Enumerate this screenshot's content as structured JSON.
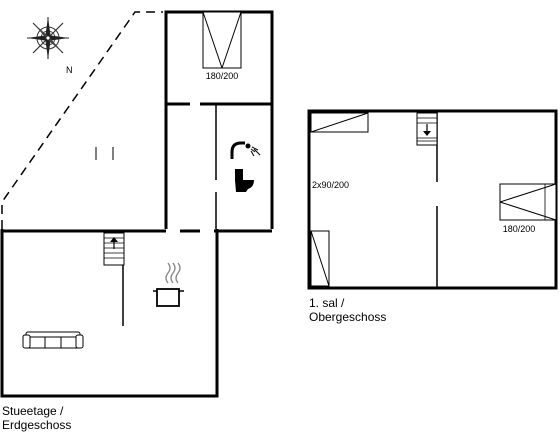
{
  "compass": {
    "north_label": "N",
    "icon": "compass-rose-icon"
  },
  "ground_floor": {
    "bed_label": "180/200",
    "caption_line1": "Stueetage /",
    "caption_line2": "Erdgeschoss",
    "icons": [
      "shower-icon",
      "toilet-icon",
      "cooking-pot-icon",
      "sofa-icon",
      "stairs-up-icon"
    ]
  },
  "first_floor": {
    "bed_label_left": "2x90/200",
    "bed_label_right": "180/200",
    "caption_line1": "1. sal /",
    "caption_line2": "Obergeschoss",
    "icons": [
      "stairs-down-icon"
    ]
  }
}
